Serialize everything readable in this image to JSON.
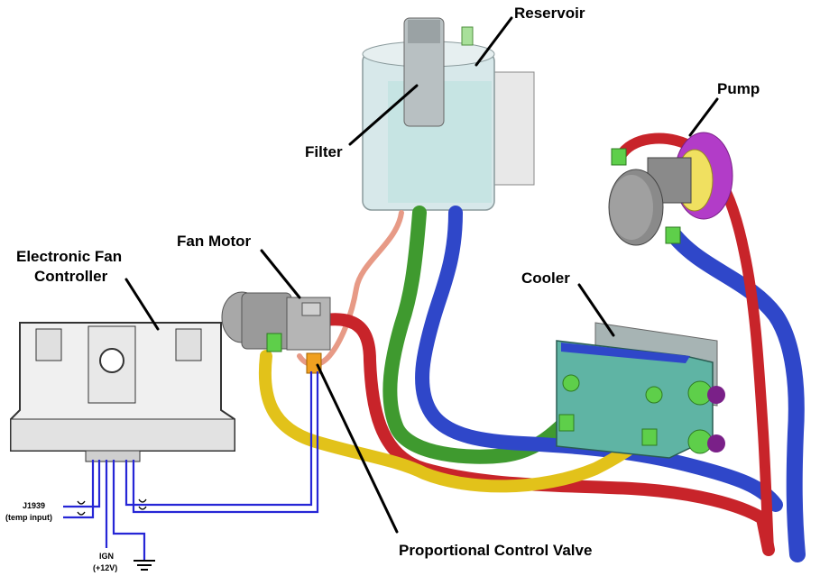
{
  "labels": {
    "reservoir": "Reservoir",
    "pump": "Pump",
    "filter": "Filter",
    "fan_motor": "Fan Motor",
    "controller_line1": "Electronic Fan",
    "controller_line2": "Controller",
    "cooler": "Cooler",
    "valve": "Proportional Control Valve",
    "j1939_line1": "J1939",
    "j1939_line2": "(temp input)",
    "ign_line1": "IGN",
    "ign_line2": "(+12V)"
  },
  "colors": {
    "hose_red": "#c8242a",
    "hose_blue": "#2f47c9",
    "hose_green": "#3f9a2f",
    "hose_yellow": "#e2c21a",
    "hose_salmon": "#e79a86",
    "wire_blue": "#2626d6",
    "reservoir_body": "#cfe4e6",
    "cooler_body": "#5fb4a4",
    "pump_ring": "#b23cc8"
  }
}
